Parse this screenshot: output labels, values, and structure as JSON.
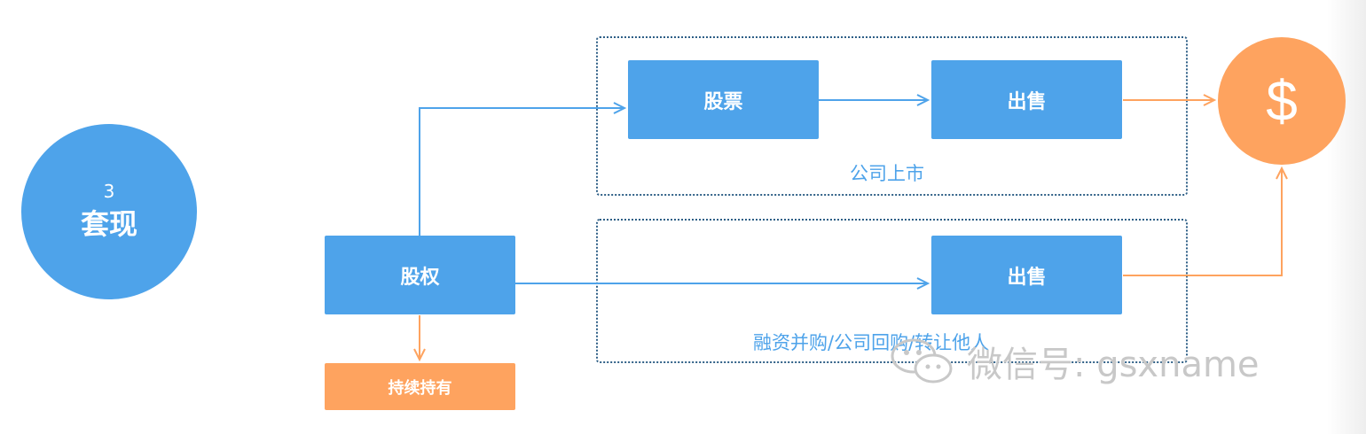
{
  "step": {
    "number": "3",
    "title": "套现"
  },
  "boxes": {
    "equity": "股权",
    "stock": "股票",
    "sell_top": "出售",
    "sell_bottom": "出售",
    "hold": "持续持有"
  },
  "groups": {
    "ipo_caption": "公司上市",
    "ma_caption": "融资并购/公司回购/转让他人"
  },
  "result": {
    "symbol": "$"
  },
  "watermark": {
    "text": "微信号: gsxname"
  },
  "colors": {
    "blue": "#4ea3ea",
    "orange": "#fea35f",
    "dotted_border": "#2e5f86"
  }
}
